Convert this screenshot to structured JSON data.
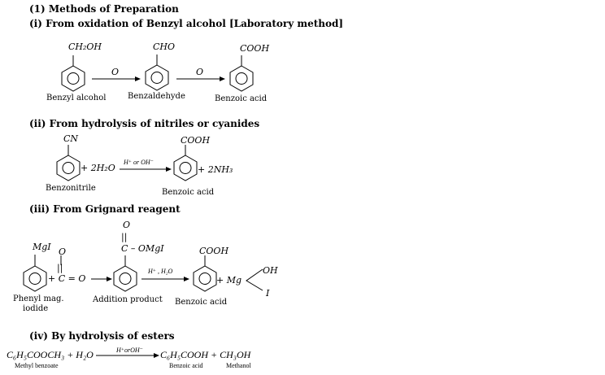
{
  "section": {
    "title": "(1) Methods of Preparation"
  },
  "method1": {
    "heading": "(i) From oxidation of Benzyl alcohol [Laboratory method]",
    "sub1": "CH₂OH",
    "sub2": "CHO",
    "sub3": "COOH",
    "arrow1": "O",
    "arrow2": "O",
    "name1": "Benzyl alcohol",
    "name2": "Benzaldehyde",
    "name3": "Benzoic acid"
  },
  "method2": {
    "heading": "(ii) From hydrolysis of nitriles or cyanides",
    "sub_left": "CN",
    "sub_right": "COOH",
    "reagent_left": "+ 2H₂O",
    "arrow_label": "H⁺ or OH⁻",
    "reagent_right": "+ 2NH₃",
    "name_left": "Benzonitrile",
    "name_right": "Benzoic acid"
  },
  "method3": {
    "heading": "(iii) From Grignard reagent",
    "sub_left": "MgI",
    "o_left": "O",
    "dbl_left": "||",
    "c_eq_o": "+ C = O",
    "o_mid": "O",
    "dbl_mid": "||",
    "sub_mid": "C – OMgI",
    "arrow_label": "H⁺ , H₂O",
    "sub_right": "COOH",
    "plus_mg": "+ Mg",
    "oh": "OH",
    "iodine": "I",
    "name_left_1": "Phenyl mag.",
    "name_left_2": "iodide",
    "name_mid": "Addition product",
    "name_right": "Benzoic acid"
  },
  "method4": {
    "heading": "(iv) By hydrolysis of esters",
    "lhs": "C₆H₅COOCH₃ + H₂O",
    "arrow_label": "H⁺orOH⁻",
    "rhs": "C₆H₅COOH + CH₃OH",
    "name_lhs": "Methyl benzoate",
    "name_acid": "Benzoic acid",
    "name_methanol": "Methanol"
  }
}
